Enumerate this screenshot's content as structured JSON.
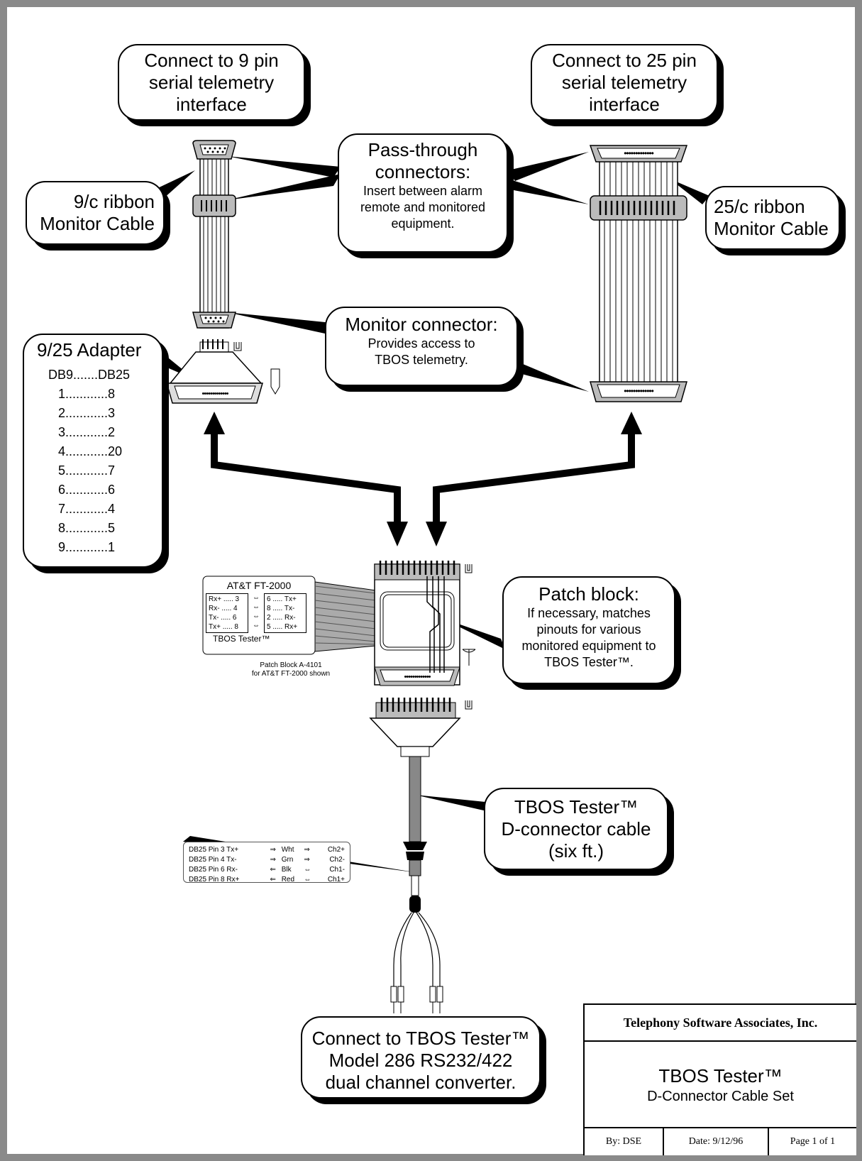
{
  "callouts": {
    "pin9_title": [
      "Connect to 9 pin",
      "serial telemetry",
      "interface"
    ],
    "pin25_title": [
      "Connect to 25 pin",
      "serial telemetry",
      "interface"
    ],
    "ribbon9": [
      "9/c ribbon",
      "Monitor Cable"
    ],
    "ribbon25": [
      "25/c ribbon",
      "Monitor Cable"
    ],
    "passthrough": {
      "title": [
        "Pass-through",
        "connectors:"
      ],
      "body": [
        "Insert between alarm",
        "remote and monitored",
        "equipment."
      ]
    },
    "monitor": {
      "title": "Monitor connector:",
      "body": [
        "Provides access to",
        "TBOS telemetry."
      ]
    },
    "adapter": {
      "title": "9/25 Adapter",
      "header": "DB9.......DB25",
      "rows": [
        "1............8",
        "2............3",
        "3............2",
        "4............20",
        "5............7",
        "6............6",
        "7............4",
        "8............5",
        "9............1"
      ]
    },
    "patch": {
      "title": "Patch block:",
      "body": [
        "If necessary, matches",
        "pinouts for various",
        "monitored equipment to",
        "TBOS Tester™."
      ]
    },
    "dcable": [
      "TBOS Tester™",
      "D-connector cable",
      "(six ft.)"
    ],
    "converter": [
      "Connect to TBOS Tester™",
      "Model 286 RS232/422",
      "dual channel converter."
    ]
  },
  "patch_label": {
    "header": "AT&T  FT-2000",
    "left": [
      "Rx+ ..... 3",
      "Rx- ..... 4",
      "Tx- ..... 6",
      "Tx+ ..... 8"
    ],
    "mid": [
      "⇔",
      "⇔",
      "⇔",
      "⇔"
    ],
    "right": [
      "6 ..... Tx+",
      "8 ..... Tx-",
      "2 ..... Rx-",
      "5 ..... Rx+"
    ],
    "footer": "TBOS Tester™",
    "caption": [
      "Patch Block A-4101",
      "for AT&T FT-2000 shown"
    ]
  },
  "wire_table": {
    "rows": [
      [
        "DB25 Pin 3 Tx+",
        "⇒",
        "Wht",
        "⇒",
        "Ch2+"
      ],
      [
        "DB25 Pin 4 Tx-",
        "⇒",
        "Grn",
        "⇒",
        "Ch2-"
      ],
      [
        "DB25 Pin 6 Rx-",
        "⇐",
        "Blk",
        "⇔",
        "Ch1-"
      ],
      [
        "DB25 Pin 8 Rx+",
        "⇐",
        "Red",
        "⇔",
        "Ch1+"
      ]
    ]
  },
  "title_block": {
    "company": "Telephony Software Associates, Inc.",
    "title": "TBOS Tester™",
    "subtitle": "D-Connector Cable Set",
    "by": "By: DSE",
    "date": "Date: 9/12/96",
    "page": "Page 1 of 1"
  }
}
